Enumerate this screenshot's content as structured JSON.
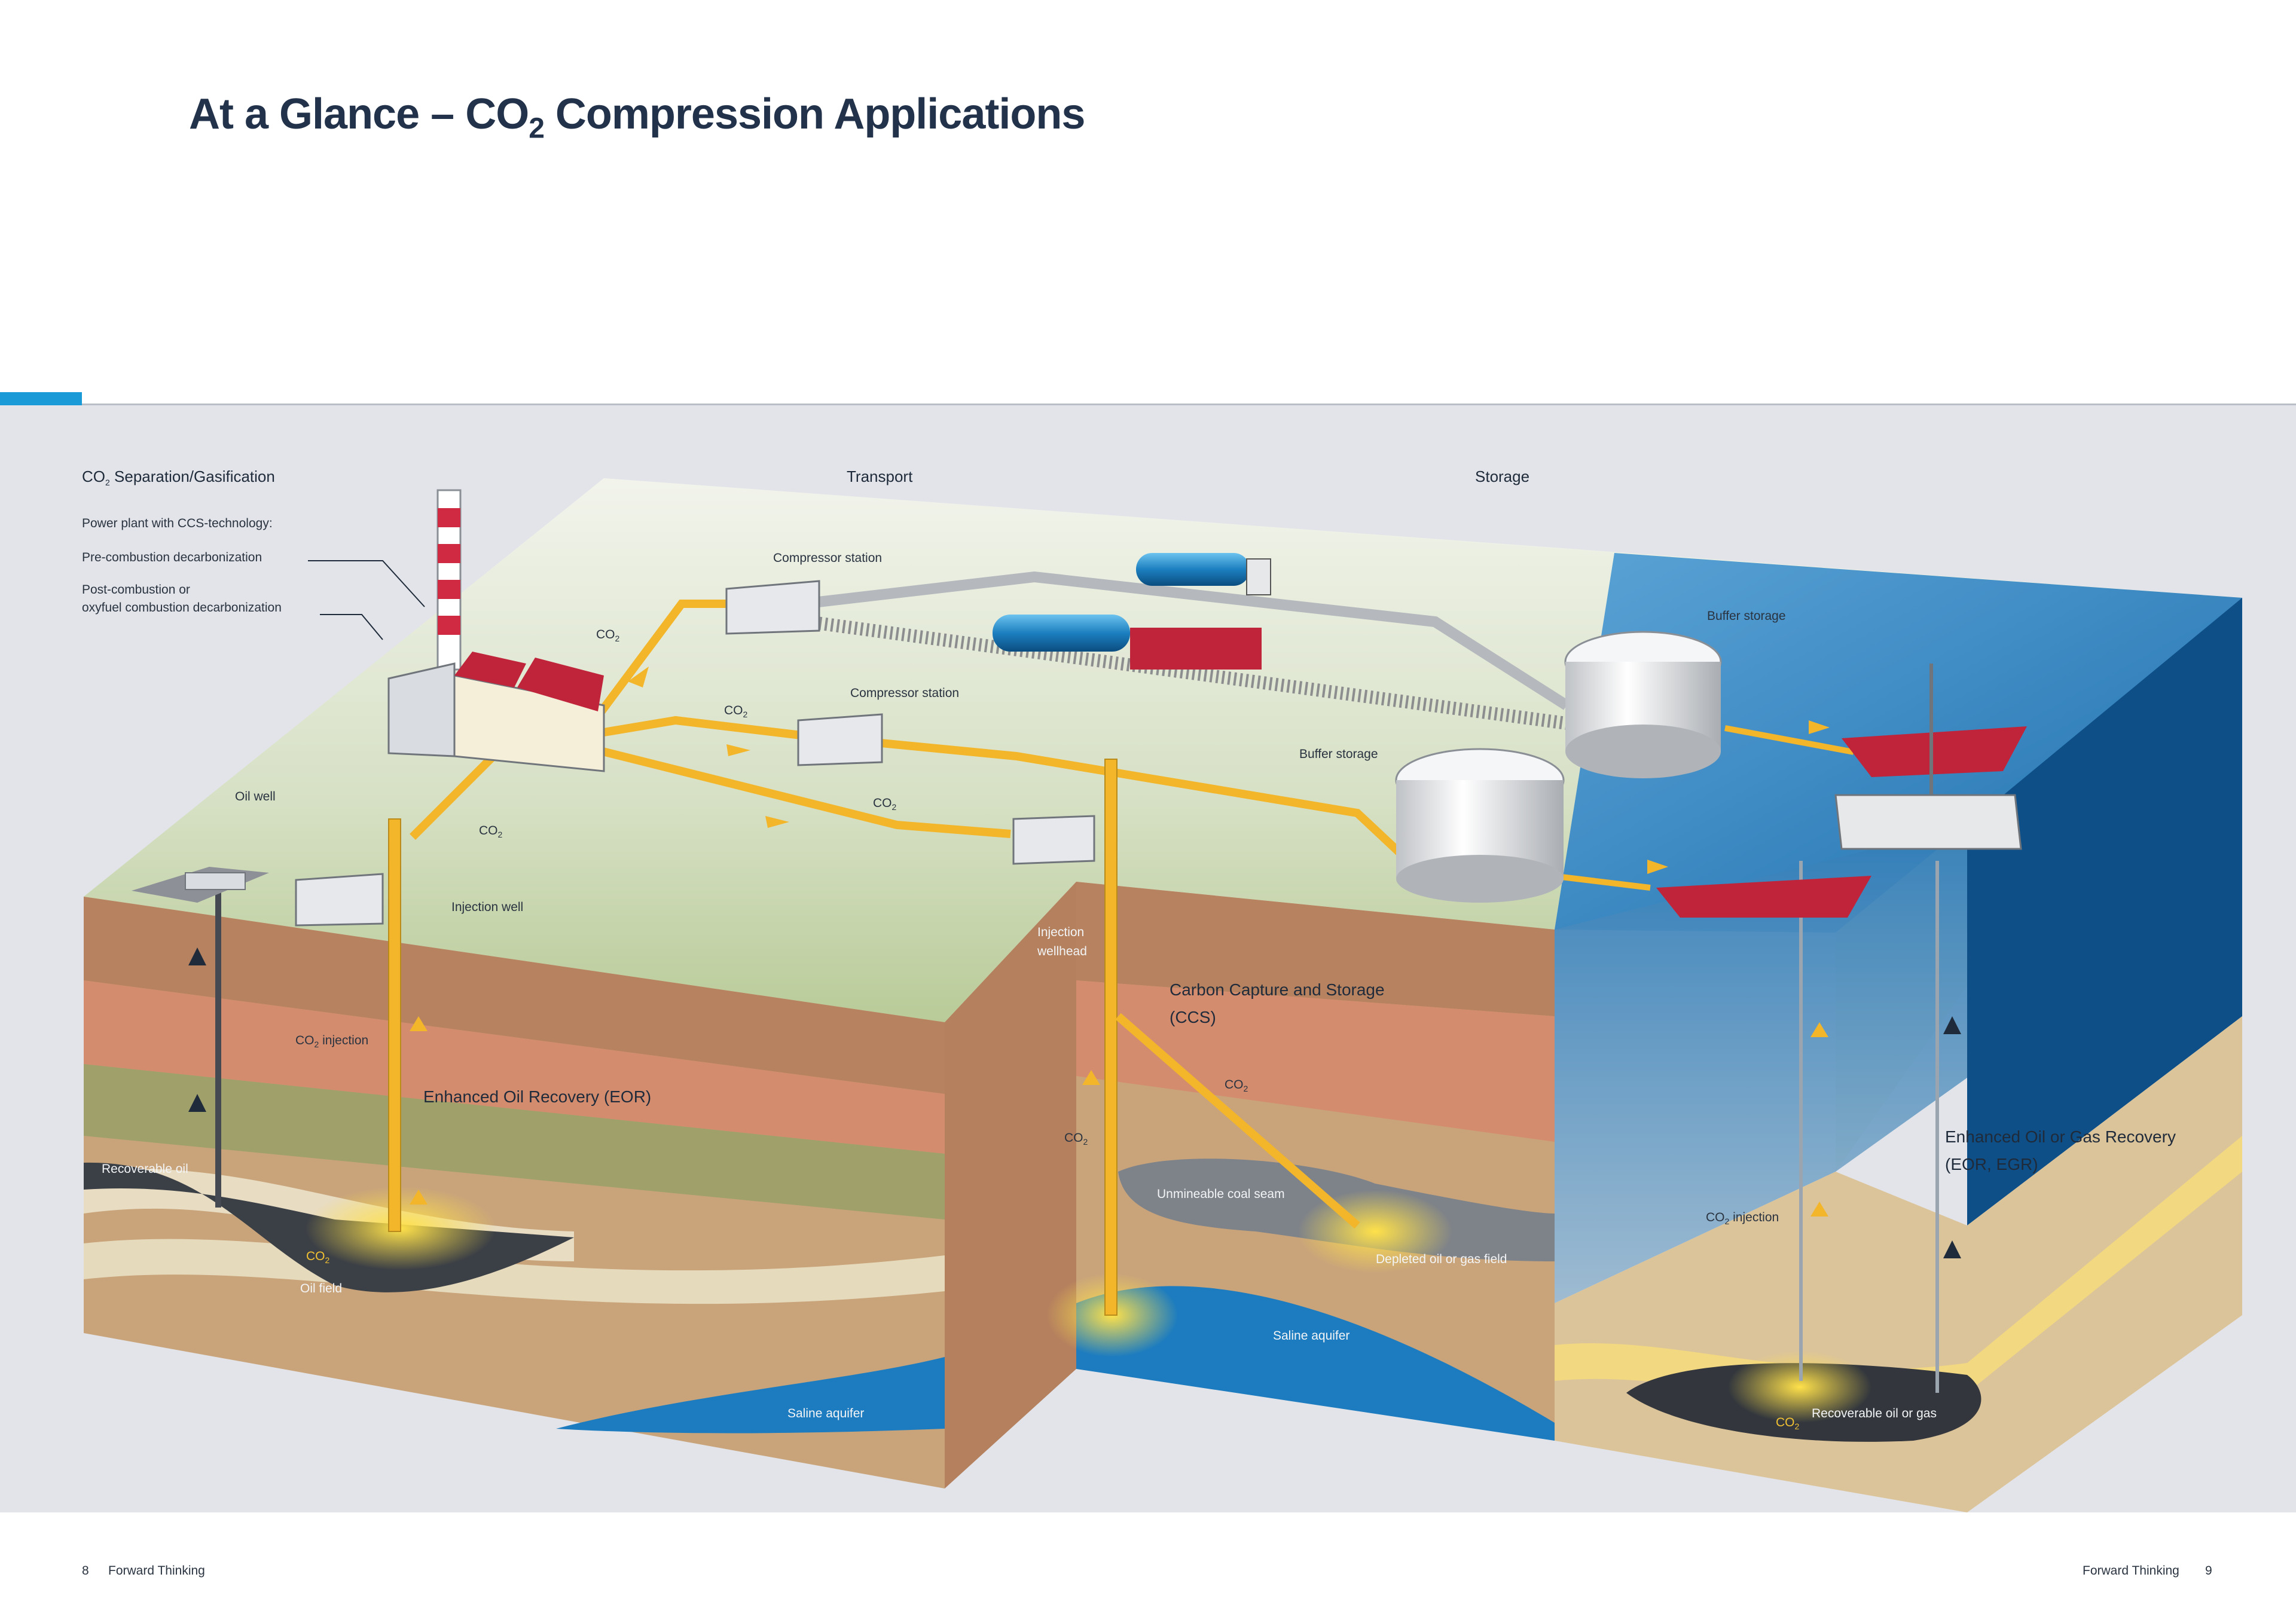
{
  "title": {
    "prefix": "At a Glance – CO",
    "sub": "2",
    "suffix": " Compression Applications"
  },
  "headers": {
    "separation_prefix": "CO",
    "separation_sub": "2",
    "separation_suffix": " Separation/Gasification",
    "transport": "Transport",
    "storage": "Storage"
  },
  "plant_notes": {
    "line1": "Power plant with CCS-technology:",
    "line2": "Pre-combustion decarbonization",
    "line3": "Post-combustion or",
    "line4": "oxyfuel combustion decarbonization"
  },
  "labels": {
    "compressor_station_1": "Compressor station",
    "compressor_station_2": "Compressor station",
    "buffer_storage_1": "Buffer storage",
    "buffer_storage_2": "Buffer storage",
    "oil_well": "Oil well",
    "injection_well": "Injection well",
    "injection_wellhead_1": "Injection",
    "injection_wellhead_2": "wellhead",
    "co2_injection_left": "injection",
    "co2_injection_right": "injection",
    "recoverable_oil": "Recoverable oil",
    "oil_field": "Oil field",
    "unmineable_coal": "Unmineable coal seam",
    "depleted_field": "Depleted oil or gas field",
    "saline_aquifer_1": "Saline aquifer",
    "saline_aquifer_2": "Saline aquifer",
    "recoverable_oil_gas": "Recoverable oil or gas",
    "co2": "CO",
    "co2_sub": "2"
  },
  "bold_labels": {
    "eor": "Enhanced Oil Recovery (EOR)",
    "ccs_line1": "Carbon Capture and Storage",
    "ccs_line2": "(CCS)",
    "egr_line1": "Enhanced Oil or Gas Recovery",
    "egr_line2": "(EOR, EGR)"
  },
  "footer": {
    "left_page": "8",
    "left_text": "Forward Thinking",
    "right_text": "Forward Thinking",
    "right_page": "9"
  },
  "colors": {
    "accent": "#1a9ad6",
    "title": "#22324a",
    "co2_pipe": "#f3b62a",
    "sea": "#2f86c4",
    "roof": "#c0243a"
  }
}
